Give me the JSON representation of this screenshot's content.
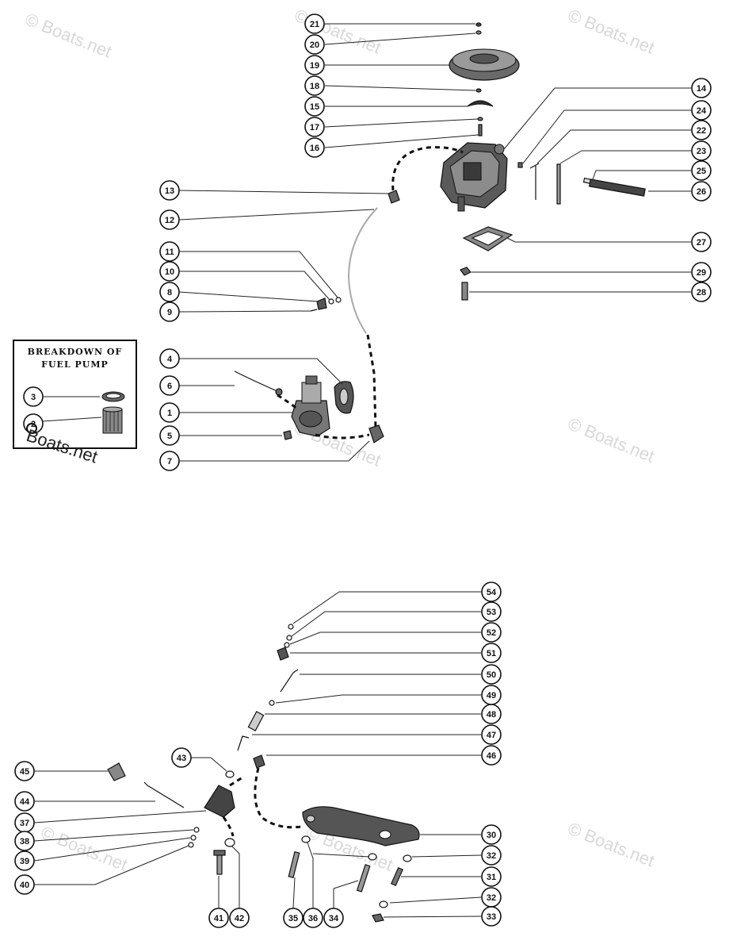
{
  "watermark": "© Boats.net",
  "box_watermark": "Boats.net",
  "breakdown_box": {
    "title": "BREAKDOWN OF\nFUEL PUMP",
    "callouts": [
      "3",
      "2"
    ]
  },
  "callouts_upper": [
    "21",
    "20",
    "19",
    "18",
    "15",
    "17",
    "16",
    "14",
    "24",
    "22",
    "23",
    "25",
    "26",
    "13",
    "12",
    "11",
    "10",
    "8",
    "9",
    "27",
    "29",
    "28",
    "4",
    "6",
    "1",
    "5",
    "7"
  ],
  "callouts_lower": [
    "54",
    "53",
    "52",
    "51",
    "50",
    "49",
    "48",
    "47",
    "46",
    "43",
    "45",
    "44",
    "37",
    "38",
    "39",
    "40",
    "30",
    "32",
    "31",
    "32",
    "33",
    "41",
    "42",
    "35",
    "36",
    "34"
  ]
}
